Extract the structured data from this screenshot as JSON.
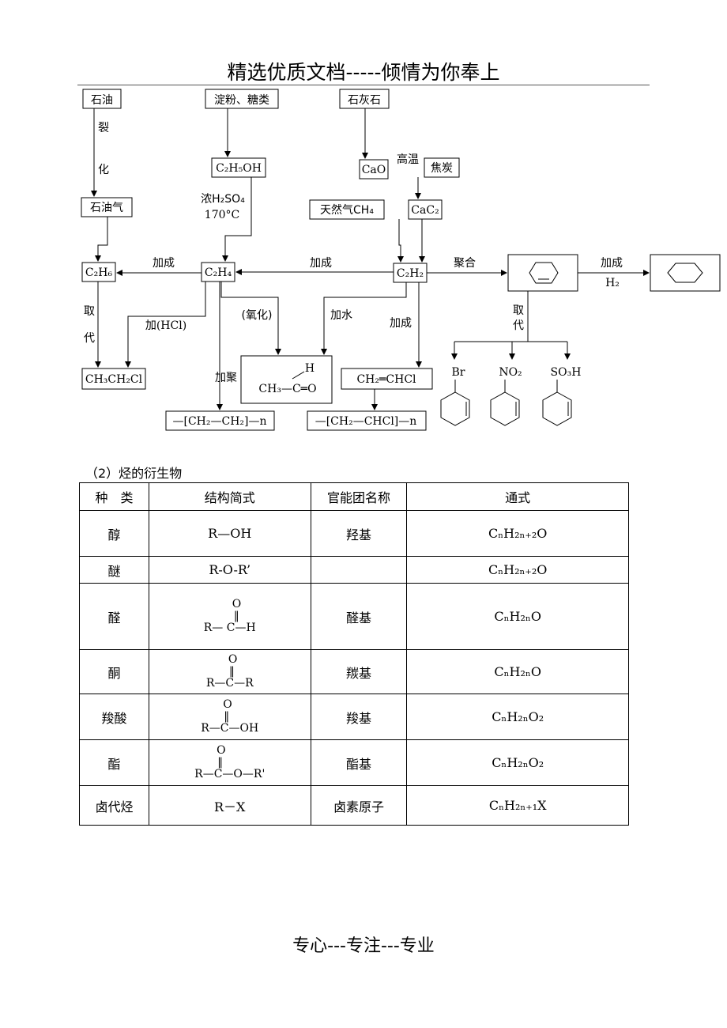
{
  "header": {
    "title": "精选优质文档-----倾情为你奉上"
  },
  "footer": {
    "text": "专心---专注---专业"
  },
  "diagram": {
    "nodes": {
      "petroleum": "石油",
      "starch": "淀粉、糖类",
      "limestone": "石灰石",
      "ethanol": "C₂H₅OH",
      "cao": "CaO",
      "coke": "焦炭",
      "cracked_gas": "石油气",
      "natural_gas": "天然气CH₄",
      "cac2": "CaC₂",
      "ethane": "C₂H₆",
      "ethylene": "C₂H₄",
      "acetylene": "C₂H₂",
      "chloroethane": "CH₃CH₂Cl",
      "acetaldehyde_h": "H",
      "acetaldehyde_main": "CH₃—C═O",
      "vinyl_chloride": "CH₂═CHCl",
      "polyethylene": "—[CH₂—CH₂]—n",
      "pvc": "—[CH₂—CHCl]—n",
      "substituent_br": "Br",
      "substituent_no2": "NO₂",
      "substituent_so3h": "SO₃H"
    },
    "labels": {
      "crack_1": "裂",
      "crack_2": "化",
      "conc_h2so4": "浓H₂SO₄",
      "temp": "170°C",
      "high_temp": "高温",
      "add_1": "加成",
      "add_2": "加成",
      "add_3": "加成",
      "add_4": "加成",
      "h2": "H₂",
      "polymerize_trimer": "聚合",
      "subst_1_a": "取",
      "subst_1_b": "代",
      "subst_2_a": "取",
      "subst_2_b": "代",
      "add_hcl": "加(HCl)",
      "oxidation": "(氧化)",
      "add_water": "加水",
      "polymerize": "加聚"
    }
  },
  "section": {
    "title": "（2）烃的衍生物"
  },
  "table": {
    "headers": [
      "种　类",
      "结构简式",
      "官能团名称",
      "通式"
    ],
    "rows": [
      {
        "kind": "醇",
        "struct": "R—OH",
        "group": "羟基",
        "formula": "CₙH₂ₙ₊₂O"
      },
      {
        "kind": "醚",
        "struct": "R-O-R’",
        "group": "",
        "formula": "CₙH₂ₙ₊₂O"
      },
      {
        "kind": "醛",
        "struct_top": "O",
        "struct": "R— C—H",
        "group": "醛基",
        "formula": "CₙH₂ₙO"
      },
      {
        "kind": "酮",
        "struct_top": "O",
        "struct": "R—C—R",
        "group": "羰基",
        "formula": "CₙH₂ₙO"
      },
      {
        "kind": "羧酸",
        "struct_top": "O",
        "struct": "R—C—OH",
        "group": "羧基",
        "formula": "CₙH₂ₙO₂"
      },
      {
        "kind": "酯",
        "struct_top": "O",
        "struct": "R—C—O—R'",
        "group": "酯基",
        "formula": "CₙH₂ₙO₂"
      },
      {
        "kind": "卤代烃",
        "struct": "R－X",
        "group": "卤素原子",
        "formula": "CₙH₂ₙ₊₁X"
      }
    ]
  }
}
